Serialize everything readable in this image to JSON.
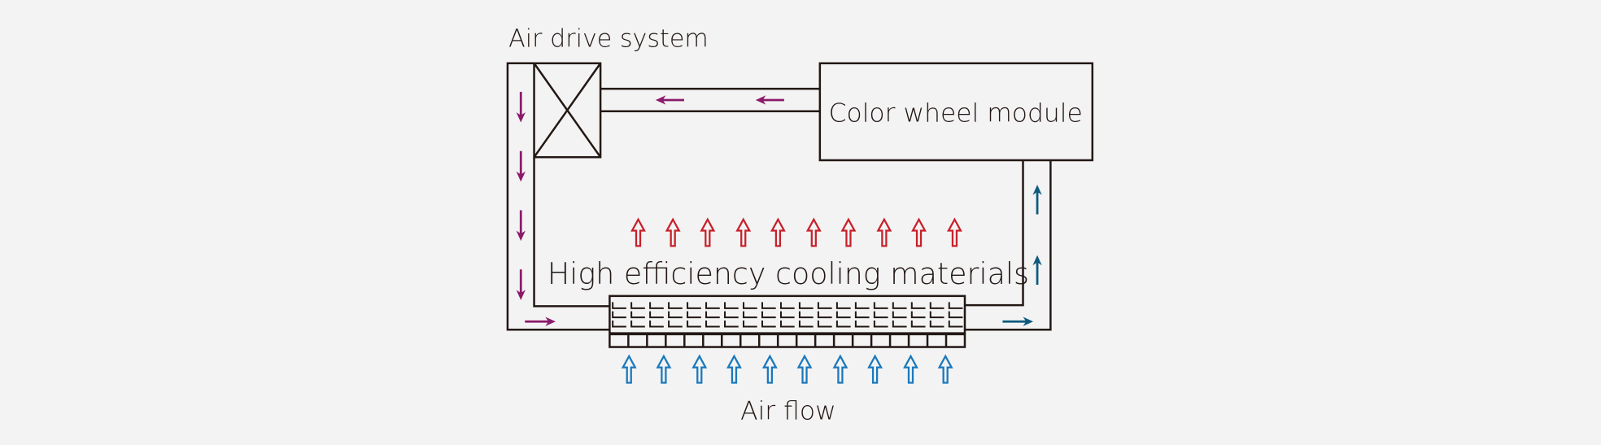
{
  "labels": {
    "air_drive_system": "Air drive system",
    "color_wheel_module": "Color wheel module",
    "cooling_materials": "High efficiency cooling materials",
    "air_flow": "Air flow"
  },
  "colors": {
    "background": "#f3f3f3",
    "line": "#231815",
    "return_air": "#8b1a6b",
    "supply_air": "#0e5a7e",
    "hot_air": "#c8202a",
    "incoming_air": "#1a78bd"
  },
  "icons": {
    "fan": "fan-x-box-icon",
    "heat_exchanger": "heat-exchanger-grid-icon",
    "arrows": "flow-arrow-icon"
  }
}
